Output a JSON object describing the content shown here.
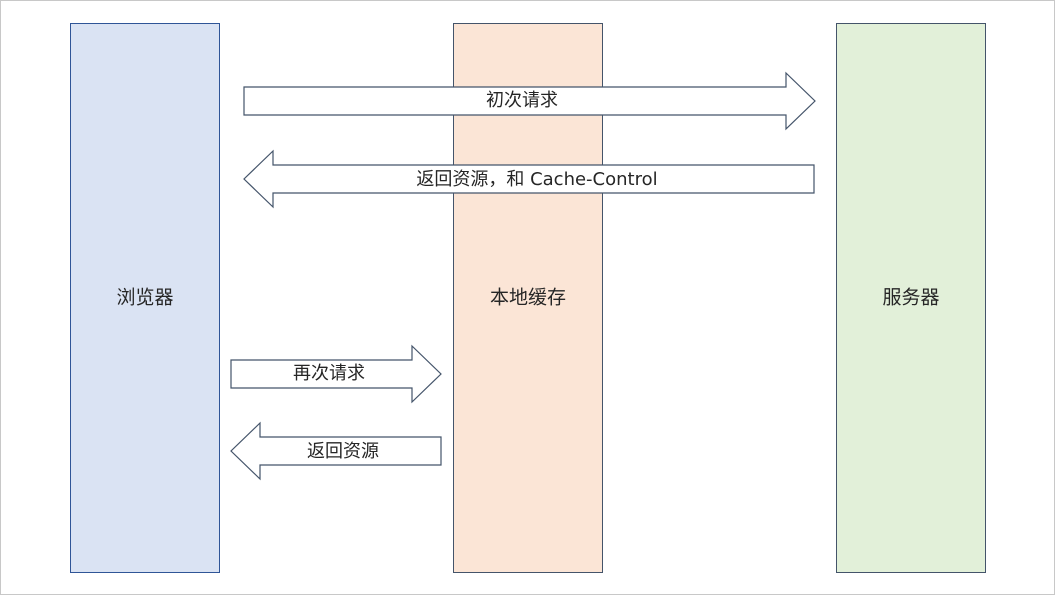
{
  "columns": {
    "browser": {
      "label": "浏览器",
      "fill": "#dae3f3",
      "stroke": "#2f5597"
    },
    "cache": {
      "label": "本地缓存",
      "fill": "#fbe5d6",
      "stroke": "#44546a"
    },
    "server": {
      "label": "服务器",
      "fill": "#e2f0d9",
      "stroke": "#44546a"
    }
  },
  "arrows": {
    "initial_request": {
      "label": "初次请求",
      "direction": "right"
    },
    "return_with_cache_control": {
      "label": "返回资源，和 Cache-Control",
      "direction": "left"
    },
    "repeat_request": {
      "label": "再次请求",
      "direction": "right"
    },
    "return_resource": {
      "label": "返回资源",
      "direction": "left"
    }
  },
  "colors": {
    "arrow_stroke": "#44546a",
    "arrow_fill": "#ffffff",
    "text": "#262626"
  }
}
